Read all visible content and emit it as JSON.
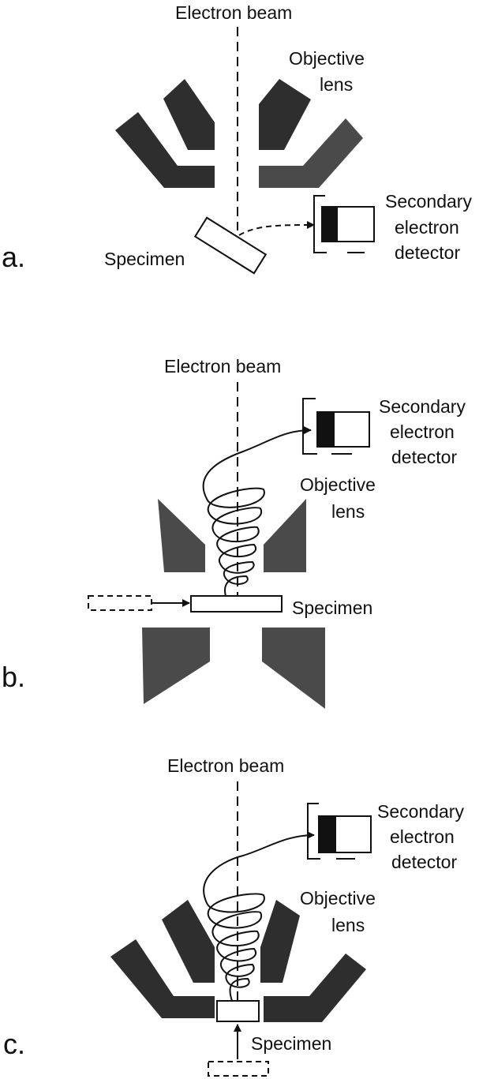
{
  "panels": [
    {
      "id": "a",
      "panel_label": "a.",
      "beam_label": "Electron beam",
      "lens_label_line1": "Objective",
      "lens_label_line2": "lens",
      "detector_label_line1": "Secondary",
      "detector_label_line2": "electron",
      "detector_label_line3": "detector",
      "specimen_label": "Specimen"
    },
    {
      "id": "b",
      "panel_label": "b.",
      "beam_label": "Electron beam",
      "lens_label_line1": "Objective",
      "lens_label_line2": "lens",
      "detector_label_line1": "Secondary",
      "detector_label_line2": "electron",
      "detector_label_line3": "detector",
      "specimen_label": "Specimen"
    },
    {
      "id": "c",
      "panel_label": "c.",
      "beam_label": "Electron beam",
      "lens_label_line1": "Objective",
      "lens_label_line2": "lens",
      "detector_label_line1": "Secondary",
      "detector_label_line2": "electron",
      "detector_label_line3": "detector",
      "specimen_label": "Specimen"
    }
  ]
}
